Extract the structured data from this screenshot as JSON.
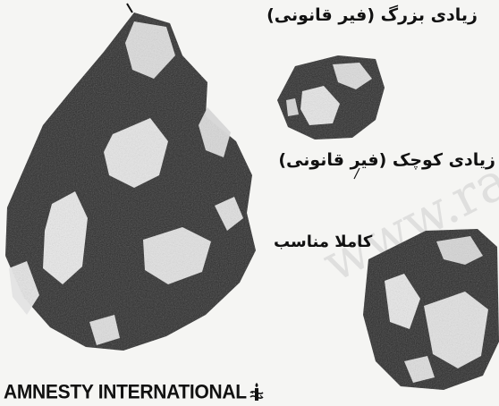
{
  "labels": {
    "large_excess": "زیادی بزرگ (فیر قانونی)",
    "small_excess": "زیادی کوچک (فیر قانونی)",
    "appropriate": "کاملا مناسب"
  },
  "brand": {
    "name": "AMNESTY INTERNATIONAL",
    "icon": "candle-barbed-wire-icon"
  },
  "watermark": {
    "text": "www.ra"
  },
  "colors": {
    "stone": "#2b2b2b",
    "stone_light": "#e8e8e8",
    "text": "#111111"
  }
}
